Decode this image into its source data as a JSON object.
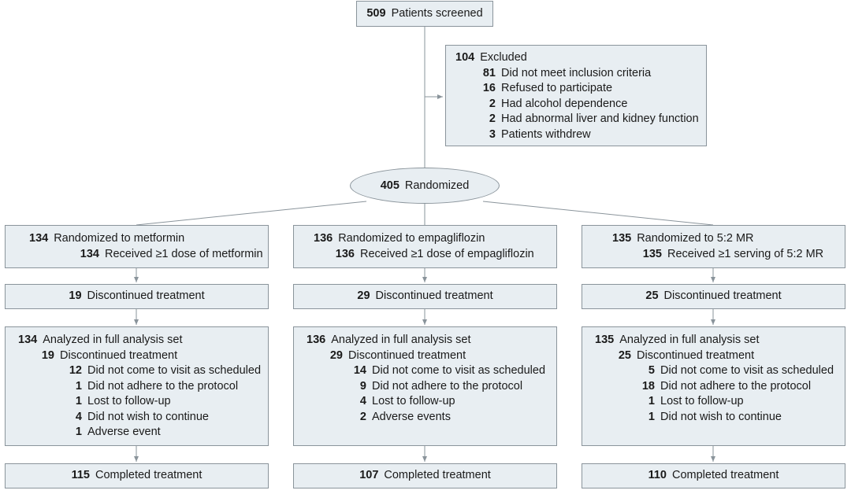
{
  "screened": {
    "n": "509",
    "label": "Patients screened"
  },
  "excluded": {
    "n": "104",
    "label": "Excluded",
    "items": [
      {
        "n": "81",
        "label": "Did not meet inclusion criteria"
      },
      {
        "n": "16",
        "label": "Refused to participate"
      },
      {
        "n": "2",
        "label": "Had alcohol dependence"
      },
      {
        "n": "2",
        "label": "Had abnormal liver and kidney function"
      },
      {
        "n": "3",
        "label": "Patients withdrew"
      }
    ]
  },
  "randomized": {
    "n": "405",
    "label": "Randomized"
  },
  "arms": [
    {
      "rand_n": "134",
      "rand_label": "Randomized to metformin",
      "recv_n": "134",
      "recv_label": "Received ≥1 dose of metformin",
      "disc_n": "19",
      "disc_label": "Discontinued treatment",
      "analyzed_n": "134",
      "analyzed_label": "Analyzed in full analysis set",
      "adisc_n": "19",
      "adisc_label": "Discontinued treatment",
      "reasons": [
        {
          "n": "12",
          "label": "Did not come to visit as scheduled"
        },
        {
          "n": "1",
          "label": "Did not adhere to the protocol"
        },
        {
          "n": "1",
          "label": "Lost to follow-up"
        },
        {
          "n": "4",
          "label": "Did not wish to continue"
        },
        {
          "n": "1",
          "label": "Adverse event"
        }
      ],
      "completed_n": "115",
      "completed_label": "Completed treatment"
    },
    {
      "rand_n": "136",
      "rand_label": "Randomized to empagliflozin",
      "recv_n": "136",
      "recv_label": "Received ≥1 dose of empagliflozin",
      "disc_n": "29",
      "disc_label": "Discontinued treatment",
      "analyzed_n": "136",
      "analyzed_label": "Analyzed in full analysis set",
      "adisc_n": "29",
      "adisc_label": "Discontinued treatment",
      "reasons": [
        {
          "n": "14",
          "label": "Did not come to visit as scheduled"
        },
        {
          "n": "9",
          "label": "Did not adhere to the protocol"
        },
        {
          "n": "4",
          "label": "Lost to follow-up"
        },
        {
          "n": "2",
          "label": "Adverse events"
        }
      ],
      "completed_n": "107",
      "completed_label": "Completed treatment"
    },
    {
      "rand_n": "135",
      "rand_label": "Randomized to 5:2 MR",
      "recv_n": "135",
      "recv_label": "Received ≥1 serving of 5:2 MR",
      "disc_n": "25",
      "disc_label": "Discontinued treatment",
      "analyzed_n": "135",
      "analyzed_label": "Analyzed in full analysis set",
      "adisc_n": "25",
      "adisc_label": "Discontinued treatment",
      "reasons": [
        {
          "n": "5",
          "label": "Did not come to visit as scheduled"
        },
        {
          "n": "18",
          "label": "Did not adhere to the protocol"
        },
        {
          "n": "1",
          "label": "Lost to follow-up"
        },
        {
          "n": "1",
          "label": "Did not wish to continue"
        }
      ],
      "completed_n": "110",
      "completed_label": "Completed treatment"
    }
  ]
}
